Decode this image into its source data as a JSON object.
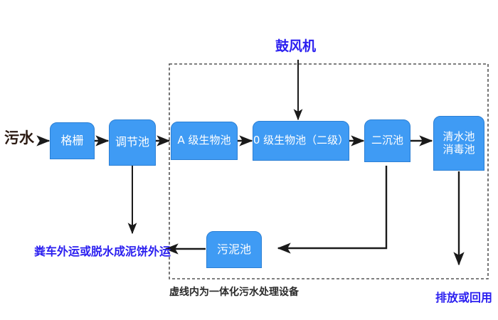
{
  "diagram": {
    "title_caption": "虚线内为一体化污水处理设备",
    "enclosure_note_name": "integrated-equipment-dashed-boundary",
    "colors": {
      "node_fill": "#3f9bf4",
      "node_stroke": "#2b7fd4",
      "node_text": "#ffffff",
      "blue_label": "#2a1ef0",
      "inlet_label": "#2b1a12",
      "arrow": "#1a1a1a",
      "dashed_border": "#555555",
      "background": "#ffffff"
    },
    "inlet_label": "污水",
    "blower_label": "鼓风机",
    "sludge_outlet_label": "粪车外运或脱水成泥饼外运",
    "effluent_label": "排放或回用",
    "nodes": [
      {
        "id": "grid",
        "label": "格栅",
        "lines": [
          "格栅"
        ]
      },
      {
        "id": "regulating-tank",
        "label": "调节池",
        "lines": [
          "调节池"
        ]
      },
      {
        "id": "a-stage-bio-tank",
        "label": "A 级生物池",
        "lines": [
          "A 级生物池"
        ]
      },
      {
        "id": "o-stage-bio-tank",
        "label": "0 级生物池（二级）",
        "lines": [
          "0 级生物池（二级）"
        ]
      },
      {
        "id": "secondary-settling-tank",
        "label": "二沉池",
        "lines": [
          "二沉池"
        ]
      },
      {
        "id": "clean-water-disinfection-tank",
        "label": "清水池 消毒池",
        "lines": [
          "清水池",
          "消毒池"
        ]
      },
      {
        "id": "sludge-tank",
        "label": "污泥池",
        "lines": [
          "污泥池"
        ]
      }
    ]
  }
}
